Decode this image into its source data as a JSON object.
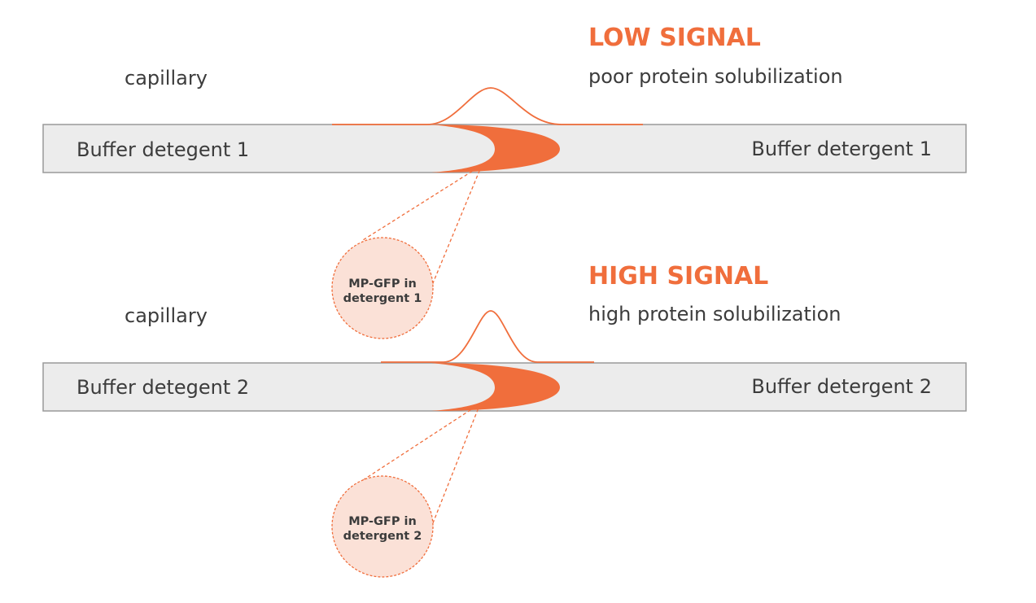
{
  "colors": {
    "accent": "#f06e3c",
    "bubble_fill": "#fbe1d7",
    "capillary_fill": "#ececec",
    "capillary_stroke": "#9a9a9a",
    "text": "#3c3c3c"
  },
  "panel_top": {
    "signal_title": "LOW SIGNAL",
    "signal_caption": "poor protein solubilization",
    "capillary_label": "capillary",
    "buffer_left": "Buffer detegent 1",
    "buffer_right": "Buffer detergent 1",
    "bubble_line1": "MP-GFP in",
    "bubble_line2": "detergent 1"
  },
  "panel_bottom": {
    "signal_title": "HIGH SIGNAL",
    "signal_caption": "high protein solubilization",
    "capillary_label": "capillary",
    "buffer_left": "Buffer detegent 2",
    "buffer_right": "Buffer detergent 2",
    "bubble_line1": "MP-GFP in",
    "bubble_line2": "detergent 2"
  }
}
